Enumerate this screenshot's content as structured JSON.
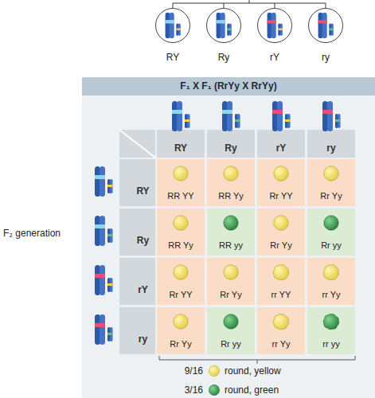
{
  "diagram": {
    "nodes": [
      {
        "text": [
          "RY"
        ]
      },
      {
        "text": [
          "Ry"
        ]
      },
      {
        "text": [
          "rY"
        ]
      },
      {
        "text": [
          "ry"
        ]
      },
      {
        "text": [
          "F₁ X F₁ (RrYy X RrYy)"
        ]
      },
      {
        "text": [
          "RY"
        ],
        "in": 4
      },
      {
        "text": [
          "Ry"
        ],
        "in": 4
      },
      {
        "text": [
          "rY"
        ],
        "in": 4
      },
      {
        "text": [
          "ry"
        ],
        "in": 4
      },
      {
        "text": [
          "RY"
        ],
        "in": 4
      },
      {
        "text": [
          "RR YY"
        ],
        "in": 4
      },
      {
        "text": [
          "RR Yy"
        ],
        "in": 4
      },
      {
        "text": [
          "Rr YY"
        ],
        "in": 4
      },
      {
        "text": [
          "Rr Yy"
        ],
        "in": 4
      },
      {
        "text": [
          "Ry"
        ],
        "in": 4
      },
      {
        "text": [
          "RR Yy"
        ],
        "in": 4
      },
      {
        "text": [
          "RR yy"
        ],
        "in": 4
      },
      {
        "text": [
          "Rr Yy"
        ],
        "in": 4
      },
      {
        "text": [
          "Rr yy"
        ],
        "in": 4
      },
      {
        "text": [
          "rY"
        ],
        "in": 4
      },
      {
        "text": [
          "Rr YY"
        ],
        "in": 4
      },
      {
        "text": [
          "Rr Yy"
        ],
        "in": 4
      },
      {
        "text": [
          "rr YY"
        ],
        "in": 4
      },
      {
        "text": [
          "rr Yy"
        ],
        "in": 4
      },
      {
        "text": [
          "ry"
        ],
        "in": 4
      },
      {
        "text": [
          "Rr Yy"
        ],
        "in": 4
      },
      {
        "text": [
          "Rr yy"
        ],
        "in": 4
      },
      {
        "text": [
          "rr Yy"
        ],
        "in": 4
      },
      {
        "text": [
          "rr yy"
        ],
        "in": 4
      }
    ],
    "labels": [
      "F₂ generation",
      "9/16",
      "round, yellow",
      "3/16",
      "round, green"
    ]
  }
}
